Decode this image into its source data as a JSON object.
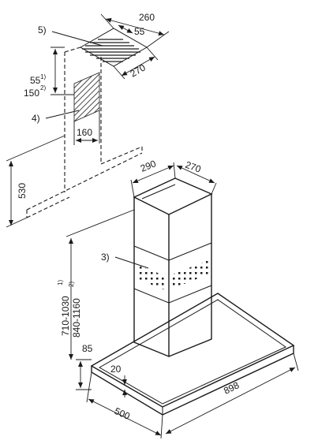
{
  "dimensions": {
    "d_260": "260",
    "d_55_top": "55",
    "d_270_top": "270",
    "d_55_side": "55",
    "d_150": "150",
    "d_160": "160",
    "d_530": "530",
    "d_290": "290",
    "d_270_chimney": "270",
    "d_710_1030": "710-1030",
    "d_840_1160": "840-1160",
    "d_85": "85",
    "d_20": "20",
    "d_500": "500",
    "d_898": "898"
  },
  "superscripts": {
    "s1a": "1)",
    "s2a": "2)",
    "s1b": "1)",
    "s2b": "2)"
  },
  "callouts": {
    "c5": "5)",
    "c4": "4)",
    "c3": "3)"
  }
}
